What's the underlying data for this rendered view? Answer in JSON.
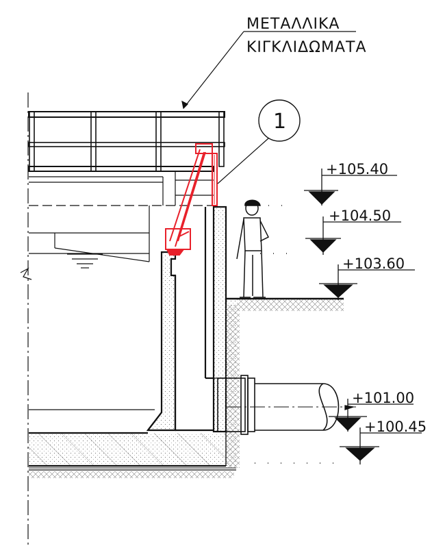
{
  "note": {
    "line1": "ΜΕΤΑΛΛΙΚΑ",
    "line2": "ΚΙΓΚΛΙΔΩΜΑΤΑ"
  },
  "callout": {
    "number": "1"
  },
  "elevations": [
    {
      "label": "+105.40"
    },
    {
      "label": "+104.50"
    },
    {
      "label": "+103.60"
    },
    {
      "label": "+101.00"
    },
    {
      "label": "+100.45"
    }
  ],
  "colors": {
    "line": "#111111",
    "highlight": "#e8202a",
    "hatch": "#8a8a8a"
  }
}
